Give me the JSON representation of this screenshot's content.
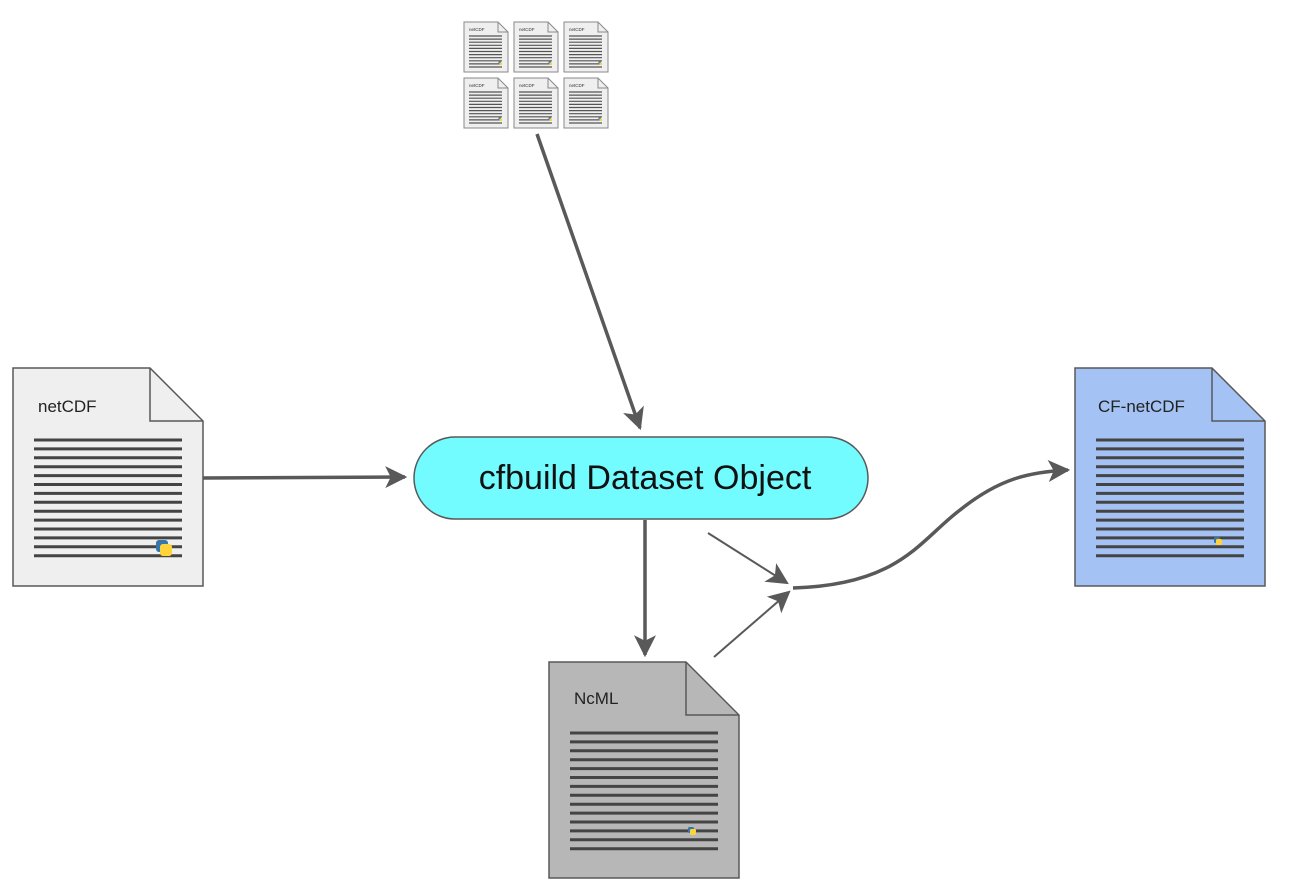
{
  "nodes": {
    "netcdf_input": {
      "label": "netCDF",
      "fill": "#efefef"
    },
    "file_collection": {
      "labels": [
        "netCDF",
        "netCDF",
        "netCDF",
        "netCDF",
        "netCDF",
        "netCDF"
      ],
      "fill": "#efefef"
    },
    "dataset_object": {
      "label": "cfbuild Dataset Object",
      "fill": "#72fcff"
    },
    "ncml": {
      "label": "NcML",
      "fill": "#b7b7b7"
    },
    "cf_netcdf": {
      "label": "CF-netCDF",
      "fill": "#a4c2f4"
    }
  },
  "colors": {
    "arrow": "#595959",
    "outline": "#595959",
    "lines": "#444444"
  },
  "icons": {
    "document": "document-icon",
    "python": "python-logo-icon"
  }
}
